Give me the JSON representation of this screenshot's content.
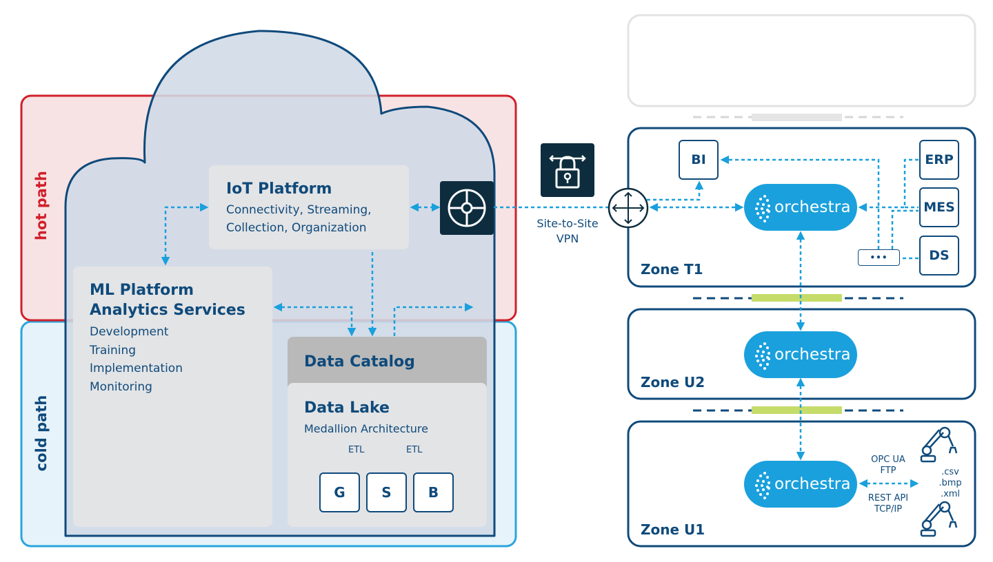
{
  "left": {
    "hot_path_label": "hot path",
    "cold_path_label": "cold path",
    "iot": {
      "title": "IoT Platform",
      "line1": "Connectivity, Streaming,",
      "line2": "Collection, Organization"
    },
    "ml": {
      "title1": "ML Platform",
      "title2": "Analytics Services",
      "items": [
        "Development",
        "Training",
        "Implementation",
        "Monitoring"
      ]
    },
    "catalog": {
      "title": "Data Catalog"
    },
    "lake": {
      "title": "Data Lake",
      "subtitle": "Medallion Architecture",
      "etl1": "ETL",
      "etl2": "ETL",
      "tiers": [
        "G",
        "S",
        "B"
      ]
    }
  },
  "vpn": {
    "line1": "Site-to-Site",
    "line2": "VPN"
  },
  "right": {
    "orchestra_label": "orchestra",
    "zone_t1": {
      "label": "Zone T1",
      "bi": "BI",
      "systems": [
        "ERP",
        "MES",
        "DS"
      ],
      "more": "•••"
    },
    "zone_u2": {
      "label": "Zone U2"
    },
    "zone_u1": {
      "label": "Zone U1",
      "protocols_top1": "OPC UA",
      "protocols_top2": "FTP",
      "protocols_bot1": "REST API",
      "protocols_bot2": "TCP/IP",
      "files": [
        ".csv",
        ".bmp",
        ".xml"
      ]
    }
  },
  "colors": {
    "navy": "#0f4a7b",
    "accent_blue": "#1aa0dc",
    "hot_red": "#d0202a",
    "hot_fill": "#f8e3e4",
    "cold_fill": "#e6f3fa",
    "cold_border": "#2aa5dc",
    "cloud_fill": "#cfdae6",
    "panel_fill": "#e3e4e6",
    "catalog_fill": "#b9b9b9",
    "firewall_green": "#c6dc6a",
    "icon_dark": "#0d2d3e"
  },
  "icons": [
    "lock-icon",
    "router-hub-icon",
    "move-arrows-icon",
    "robot-arm-icon"
  ]
}
